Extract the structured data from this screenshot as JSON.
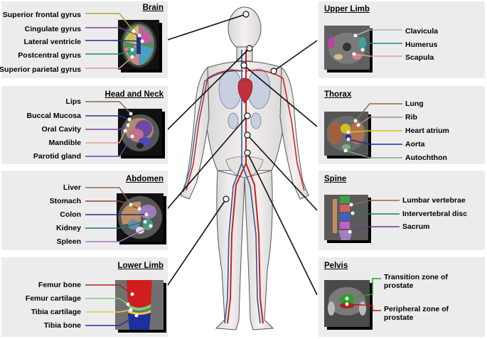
{
  "panels": {
    "brain": {
      "title": "Brain",
      "labels": [
        "Superior frontal gyrus",
        "Cingulate gyrus",
        "Lateral ventricle",
        "Postcentral gyrus",
        "Superior parietal gyrus"
      ],
      "colors": [
        "#b8a23a",
        "#7b3fa0",
        "#1e2f8a",
        "#1f8a6a",
        "#e59a9a"
      ]
    },
    "head_neck": {
      "title": "Head and Neck",
      "labels": [
        "Lips",
        "Buccal Mucosa",
        "Oral Cavity",
        "Mandible",
        "Parotid gland"
      ],
      "colors": [
        "#8a6a4a",
        "#1e3a8a",
        "#7b3fa0",
        "#e59a9a",
        "#4a4ab8"
      ]
    },
    "abdomen": {
      "title": "Abdomen",
      "labels": [
        "Liver",
        "Stomach",
        "Colon",
        "Kidney",
        "Spleen"
      ],
      "colors": [
        "#8a6a4a",
        "#8a4a3a",
        "#1e2f8a",
        "#1f7a7a",
        "#a07ab8"
      ]
    },
    "lower_limb": {
      "title": "Lower Limb",
      "labels": [
        "Femur bone",
        "Femur cartilage",
        "Tibia cartilage",
        "Tibia bone"
      ],
      "colors": [
        "#b01e1e",
        "#7ad07a",
        "#e0d040",
        "#1e2fa0"
      ]
    },
    "upper_limb": {
      "title": "Upper Limb",
      "labels": [
        "Clavicula",
        "Humerus",
        "Scapula"
      ],
      "colors": [
        "#b8b8a0",
        "#1f8a8a",
        "#e59a9a"
      ]
    },
    "thorax": {
      "title": "Thorax",
      "labels": [
        "Lung",
        "Rib",
        "Heart atrium",
        "Aorta",
        "Autochthon"
      ],
      "colors": [
        "#8a6a4a",
        "#b08a8a",
        "#d0c020",
        "#1e2fa0",
        "#7ab07a"
      ]
    },
    "spine": {
      "title": "Spine",
      "labels": [
        "Lumbar vertebrae",
        "Intervertebral disc",
        "Sacrum"
      ],
      "colors": [
        "#8a6a4a",
        "#1f7a6a",
        "#6a3a8a"
      ]
    },
    "pelvis": {
      "title": "Pelvis",
      "labels": [
        "Transition zone of prostate",
        "Peripheral zone of prostate"
      ],
      "colors": [
        "#2aa02a",
        "#b01e1e"
      ]
    }
  }
}
